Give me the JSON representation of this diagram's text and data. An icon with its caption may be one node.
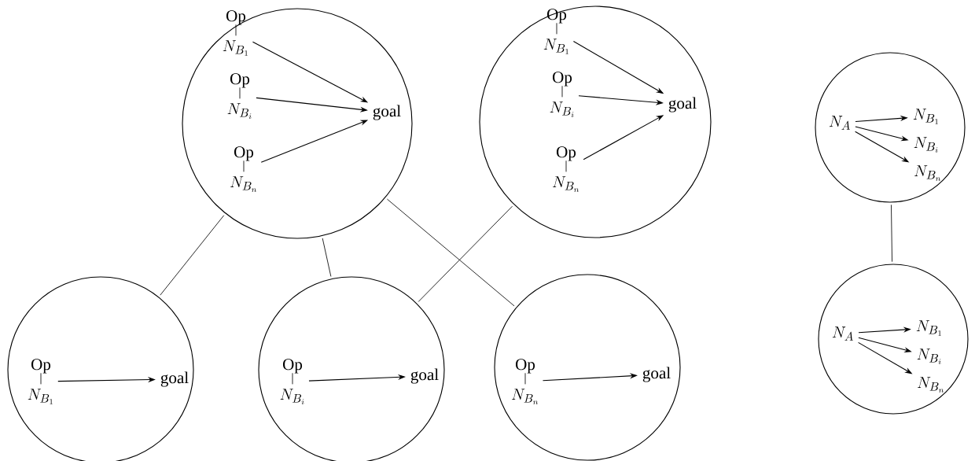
{
  "diagram": {
    "nodes": [
      {
        "text": [],
        "shape": "circle"
      },
      {
        "text": [
          "Op",
          "N_{B_1}"
        ],
        "in": 0
      },
      {
        "text": [
          "Op",
          "N_{B_i}"
        ],
        "in": 0
      },
      {
        "text": [
          "Op",
          "N_{B_n}"
        ],
        "in": 0
      },
      {
        "text": [
          "goal"
        ],
        "in": 0
      },
      {
        "text": [],
        "shape": "circle"
      },
      {
        "text": [
          "Op",
          "N_{B_1}"
        ],
        "in": 5
      },
      {
        "text": [
          "Op",
          "N_{B_i}"
        ],
        "in": 5
      },
      {
        "text": [
          "Op",
          "N_{B_n}"
        ],
        "in": 5
      },
      {
        "text": [
          "goal"
        ],
        "in": 5
      },
      {
        "text": [],
        "shape": "circle"
      },
      {
        "text": [
          "Op",
          "N_{B_1}"
        ],
        "in": 10
      },
      {
        "text": [
          "goal"
        ],
        "in": 10
      },
      {
        "text": [],
        "shape": "circle"
      },
      {
        "text": [
          "Op",
          "N_{B_i}"
        ],
        "in": 13
      },
      {
        "text": [
          "goal"
        ],
        "in": 13
      },
      {
        "text": [],
        "shape": "circle"
      },
      {
        "text": [
          "Op",
          "N_{B_n}"
        ],
        "in": 16
      },
      {
        "text": [
          "goal"
        ],
        "in": 16
      },
      {
        "text": [],
        "shape": "circle"
      },
      {
        "text": [
          "N_A"
        ],
        "in": 19
      },
      {
        "text": [
          "N_{B_1}"
        ],
        "in": 19
      },
      {
        "text": [
          "N_{B_i}"
        ],
        "in": 19
      },
      {
        "text": [
          "N_{B_n}"
        ],
        "in": 19
      },
      {
        "text": [],
        "shape": "circle"
      },
      {
        "text": [
          "N_A"
        ],
        "in": 24
      },
      {
        "text": [
          "N_{B_1}"
        ],
        "in": 24
      },
      {
        "text": [
          "N_{B_i}"
        ],
        "in": 24
      },
      {
        "text": [
          "N_{B_n}"
        ],
        "in": 24
      }
    ],
    "edges": [
      {
        "from": 1,
        "to": 4,
        "arrow": "to"
      },
      {
        "from": 2,
        "to": 4,
        "arrow": "to"
      },
      {
        "from": 3,
        "to": 4,
        "arrow": "to"
      },
      {
        "from": 6,
        "to": 9,
        "arrow": "to"
      },
      {
        "from": 7,
        "to": 9,
        "arrow": "to"
      },
      {
        "from": 8,
        "to": 9,
        "arrow": "to"
      },
      {
        "from": 11,
        "to": 12,
        "arrow": "to"
      },
      {
        "from": 14,
        "to": 15,
        "arrow": "to"
      },
      {
        "from": 17,
        "to": 18,
        "arrow": "to"
      },
      {
        "from": 20,
        "to": 21,
        "arrow": "to"
      },
      {
        "from": 20,
        "to": 22,
        "arrow": "to"
      },
      {
        "from": 20,
        "to": 23,
        "arrow": "to"
      },
      {
        "from": 25,
        "to": 26,
        "arrow": "to"
      },
      {
        "from": 25,
        "to": 27,
        "arrow": "to"
      },
      {
        "from": 25,
        "to": 28,
        "arrow": "to"
      },
      {
        "from": 0,
        "to": 10,
        "arrow": "none"
      },
      {
        "from": 0,
        "to": 13,
        "arrow": "none"
      },
      {
        "from": 0,
        "to": 16,
        "arrow": "none"
      },
      {
        "from": 5,
        "to": 13,
        "arrow": "none"
      },
      {
        "from": 19,
        "to": 24,
        "arrow": "none"
      }
    ]
  }
}
